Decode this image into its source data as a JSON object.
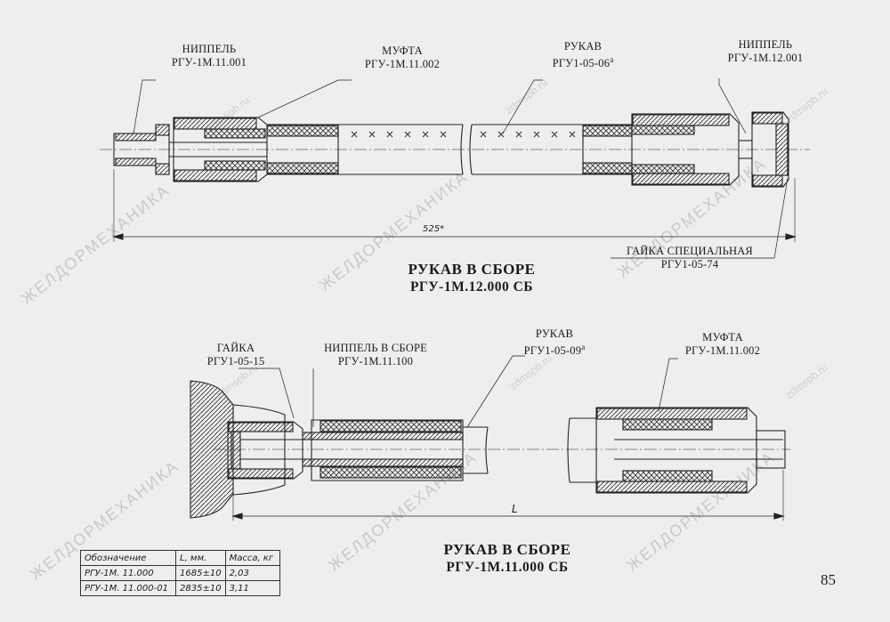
{
  "top": {
    "nipple_left": {
      "name": "НИППЕЛЬ",
      "code": "РГУ-1М.11.001"
    },
    "coupling": {
      "name": "МУФТА",
      "code": "РГУ-1М.11.002"
    },
    "hose": {
      "name": "РУКАВ",
      "code": "РГУ1-05-06",
      "code_sup": "а"
    },
    "nipple_right": {
      "name": "НИППЕЛЬ",
      "code": "РГУ-1М.12.001"
    },
    "nut": {
      "name": "ГАЙКА СПЕЦИАЛЬНАЯ",
      "code": "РГУ1-05-74"
    },
    "dimension": "525*",
    "title1": "РУКАВ В СБОРЕ",
    "title2": "РГУ-1М.12.000 СБ"
  },
  "bottom": {
    "nut": {
      "name": "ГАЙКА",
      "code": "РГУ1-05-15"
    },
    "nipple_assembly": {
      "name": "НИППЕЛЬ В СБОРЕ",
      "code": "РГУ-1М.11.100"
    },
    "hose": {
      "name": "РУКАВ",
      "code": "РГУ1-05-09",
      "code_sup": "а"
    },
    "coupling": {
      "name": "МУФТА",
      "code": "РГУ-1М.11.002"
    },
    "dimension": "L",
    "title1": "РУКАВ В СБОРЕ",
    "title2": "РГУ-1М.11.000 СБ"
  },
  "table": {
    "headers": [
      "Обозначение",
      "L, мм.",
      "Масса, кг"
    ],
    "rows": [
      [
        "РГУ-1М. 11.000",
        "1685±10",
        "2,03"
      ],
      [
        "РГУ-1М. 11.000-01",
        "2835±10",
        "3,11"
      ]
    ]
  },
  "page_number": "85",
  "watermarks": {
    "main": "ЖЕЛДОРМЕХАНИКА",
    "site": "zdmspb.ru"
  }
}
